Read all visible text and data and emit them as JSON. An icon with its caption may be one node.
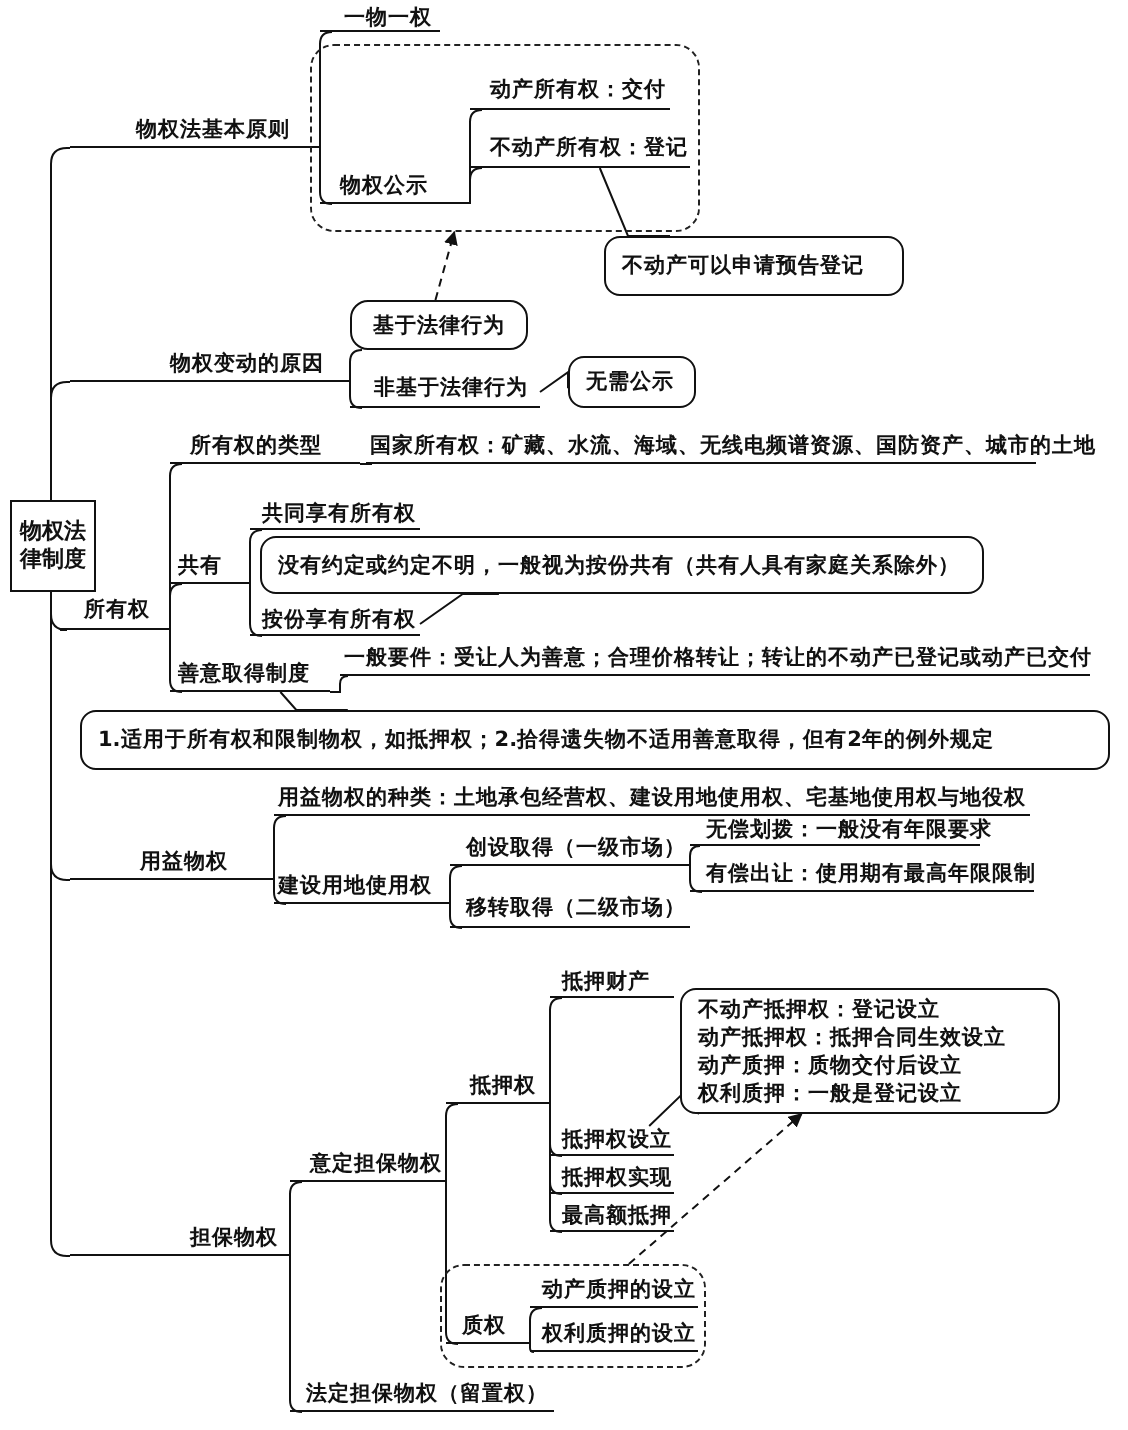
{
  "diagram": {
    "nodes": [
      {
        "text": [
          "物权法律制度"
        ]
      },
      {
        "text": [
          "物权法基本原则"
        ]
      },
      {
        "text": [
          "一物一权"
        ]
      },
      {
        "text": [],
        "shape": "box"
      },
      {
        "text": [
          "物权公示"
        ],
        "in": 3
      },
      {
        "text": [
          "动产所有权：交付"
        ],
        "in": 3
      },
      {
        "text": [
          "不动产所有权：登记"
        ],
        "in": 3
      },
      {
        "text": [
          "不动产可以申请预告登记"
        ]
      },
      {
        "text": [
          "物权变动的原因"
        ]
      },
      {
        "text": [
          "基于法律行为"
        ]
      },
      {
        "text": [
          "非基于法律行为"
        ]
      },
      {
        "text": [
          "无需公示"
        ]
      },
      {
        "text": [
          "所有权"
        ]
      },
      {
        "text": [
          "所有权的类型"
        ]
      },
      {
        "text": [
          "国家所有权：矿藏、水流、海域、无线电频谱资源、国防资产、城市的土地"
        ]
      },
      {
        "text": [
          "共有"
        ]
      },
      {
        "text": [
          "共同享有所有权"
        ]
      },
      {
        "text": [
          "没有约定或约定不明，一般视为按份共有（共有人具有家庭关系除外）"
        ]
      },
      {
        "text": [
          "按份享有所有权"
        ]
      },
      {
        "text": [
          "善意取得制度"
        ]
      },
      {
        "text": [
          "一般要件：受让人为善意；合理价格转让；转让的不动产已登记或动产已交付"
        ]
      },
      {
        "text": [
          "1.适用于所有权和限制物权，如抵押权；2.拾得遗失物不适用善意取得，但有2年的例外规定"
        ]
      },
      {
        "text": [
          "用益物权"
        ]
      },
      {
        "text": [
          "用益物权的种类：土地承包经营权、建设用地使用权、宅基地使用权与地役权"
        ]
      },
      {
        "text": [
          "建设用地使用权"
        ]
      },
      {
        "text": [
          "创设取得（一级市场）"
        ]
      },
      {
        "text": [
          "无偿划拨：一般没有年限要求"
        ]
      },
      {
        "text": [
          "有偿出让：使用期有最高年限限制"
        ]
      },
      {
        "text": [
          "移转取得（二级市场）"
        ]
      },
      {
        "text": [
          "担保物权"
        ]
      },
      {
        "text": [
          "意定担保物权"
        ]
      },
      {
        "text": [
          "抵押权"
        ]
      },
      {
        "text": [
          "抵押财产"
        ]
      },
      {
        "text": [
          "不动产抵押权：登记设立",
          "动产抵押权：抵押合同生效设立",
          "动产质押：质物交付后设立",
          "权利质押：一般是登记设立"
        ]
      },
      {
        "text": [
          "抵押权设立"
        ]
      },
      {
        "text": [
          "抵押权实现"
        ]
      },
      {
        "text": [
          "最高额抵押"
        ]
      },
      {
        "text": [],
        "shape": "box"
      },
      {
        "text": [
          "质权"
        ],
        "in": 37
      },
      {
        "text": [
          "动产质押的设立"
        ],
        "in": 37
      },
      {
        "text": [
          "权利质押的设立"
        ],
        "in": 37
      },
      {
        "text": [
          "法定担保物权（留置权）"
        ]
      }
    ],
    "edges": [
      {
        "from": 0,
        "to": 1,
        "arrow": "none"
      },
      {
        "from": 0,
        "to": 8,
        "arrow": "none"
      },
      {
        "from": 0,
        "to": 12,
        "arrow": "none"
      },
      {
        "from": 0,
        "to": 22,
        "arrow": "none"
      },
      {
        "from": 0,
        "to": 29,
        "arrow": "none"
      },
      {
        "from": 1,
        "to": 2,
        "arrow": "none"
      },
      {
        "from": 1,
        "to": 4,
        "arrow": "none"
      },
      {
        "from": 4,
        "to": 5,
        "arrow": "none"
      },
      {
        "from": 4,
        "to": 6,
        "arrow": "none"
      },
      {
        "from": 7,
        "to": 6,
        "arrow": "none"
      },
      {
        "from": 9,
        "to": 3,
        "arrow": "to",
        "style": "dashed"
      },
      {
        "from": 8,
        "to": 9,
        "arrow": "none"
      },
      {
        "from": 8,
        "to": 10,
        "arrow": "none"
      },
      {
        "from": 11,
        "to": 10,
        "arrow": "none"
      },
      {
        "from": 12,
        "to": 13,
        "arrow": "none"
      },
      {
        "from": 13,
        "to": 14,
        "arrow": "none"
      },
      {
        "from": 12,
        "to": 15,
        "arrow": "none"
      },
      {
        "from": 12,
        "to": 19,
        "arrow": "none"
      },
      {
        "from": 15,
        "to": 16,
        "arrow": "none"
      },
      {
        "from": 15,
        "to": 18,
        "arrow": "none"
      },
      {
        "from": 17,
        "to": 18,
        "arrow": "none"
      },
      {
        "from": 19,
        "to": 20,
        "arrow": "none"
      },
      {
        "from": 21,
        "to": 19,
        "arrow": "none"
      },
      {
        "from": 22,
        "to": 23,
        "arrow": "none"
      },
      {
        "from": 22,
        "to": 24,
        "arrow": "none"
      },
      {
        "from": 24,
        "to": 25,
        "arrow": "none"
      },
      {
        "from": 24,
        "to": 28,
        "arrow": "none"
      },
      {
        "from": 25,
        "to": 26,
        "arrow": "none"
      },
      {
        "from": 25,
        "to": 27,
        "arrow": "none"
      },
      {
        "from": 29,
        "to": 30,
        "arrow": "none"
      },
      {
        "from": 29,
        "to": 41,
        "arrow": "none"
      },
      {
        "from": 30,
        "to": 31,
        "arrow": "none"
      },
      {
        "from": 30,
        "to": 38,
        "arrow": "none"
      },
      {
        "from": 31,
        "to": 32,
        "arrow": "none"
      },
      {
        "from": 31,
        "to": 34,
        "arrow": "none"
      },
      {
        "from": 31,
        "to": 35,
        "arrow": "none"
      },
      {
        "from": 31,
        "to": 36,
        "arrow": "none"
      },
      {
        "from": 33,
        "to": 34,
        "arrow": "none"
      },
      {
        "from": 38,
        "to": 39,
        "arrow": "none"
      },
      {
        "from": 38,
        "to": 40,
        "arrow": "none"
      },
      {
        "from": 37,
        "to": 33,
        "arrow": "to",
        "style": "dashed"
      }
    ]
  }
}
